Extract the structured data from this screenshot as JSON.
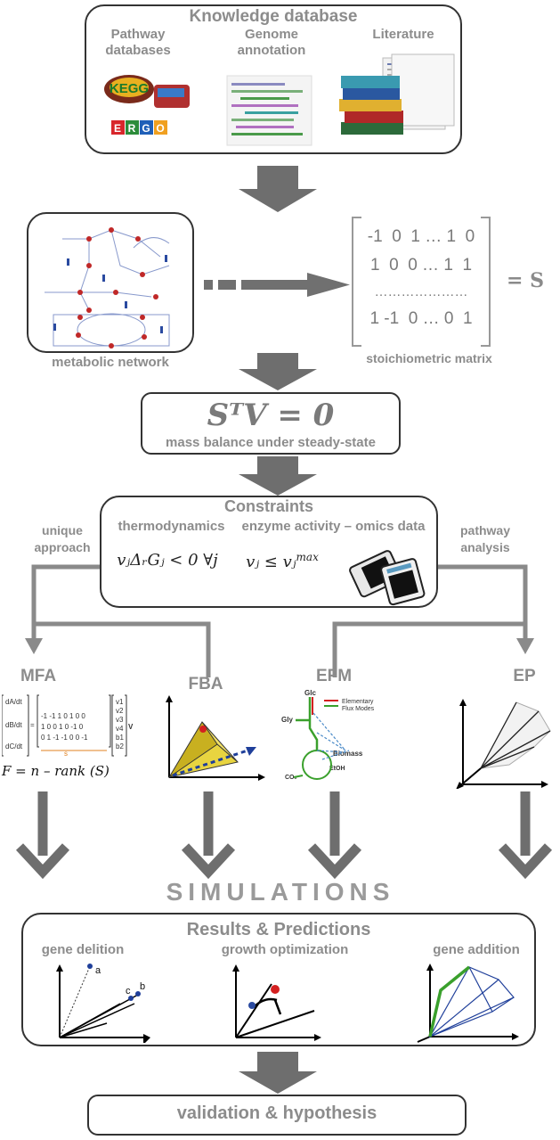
{
  "knowledge": {
    "title": "Knowledge database",
    "pathway": "Pathway databases",
    "genome": "Genome annotation",
    "literature": "Literature",
    "kegg_logo": "KEGG",
    "ergo_logo": "ERGO"
  },
  "network": {
    "label": "metabolic network",
    "matrix_label": "stoichiometric matrix",
    "matrix_rows": [
      "-1  0  1 … 1  0",
      "1  0  0 … 1  1",
      "…………………",
      "1 -1  0 … 0  1"
    ],
    "equals_s": "= S"
  },
  "balance": {
    "equation": "SᵀV = 0",
    "label": "mass balance under steady-state"
  },
  "constraints": {
    "title": "Constraints",
    "thermo": "thermodynamics",
    "enzyme": "enzyme activity – omics data",
    "eq1": "vⱼΔᵣGⱼ < 0 ∀j",
    "eq2": "vⱼ ≤ vⱼ",
    "eq2_sup": "max",
    "unique_1": "unique",
    "unique_2": "approach",
    "pathway_1": "pathway",
    "pathway_2": "analysis"
  },
  "methods": {
    "mfa": "MFA",
    "fba": "FBA",
    "efm": "EFM",
    "ep": "EP",
    "mfa_formula": "F = n – rank (S)",
    "efm_legend_1": "Elementary",
    "efm_legend_2": "Flux Modes",
    "efm_glc": "Glc",
    "efm_gly": "Gly",
    "efm_biomass": "Biomass",
    "efm_etoh": "EtOH",
    "efm_co2": "CO₂"
  },
  "simulations": "SIMULATIONS",
  "results": {
    "title": "Results & Predictions",
    "gene_deletion": "gene delition",
    "growth": "growth optimization",
    "gene_addition": "gene addition",
    "pt_a": "a",
    "pt_b": "b",
    "pt_c": "c"
  },
  "validation": "validation & hypothesis",
  "colors": {
    "text": "#8c8c8c",
    "arrow": "#6e6e6e",
    "green": "#3aa02c",
    "blue": "#1f3f9a",
    "red": "#d42020"
  }
}
